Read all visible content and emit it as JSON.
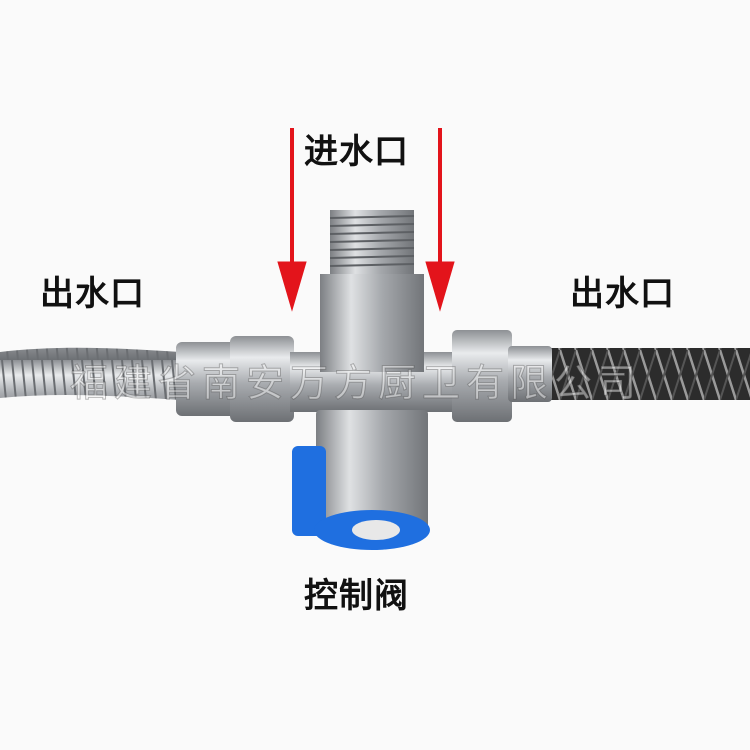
{
  "labels": {
    "inlet": "进水口",
    "outlet_left": "出水口",
    "outlet_right": "出水口",
    "control_valve": "控制阀"
  },
  "watermark": "福建省南安万方厨卫有限公司",
  "colors": {
    "arrow": "#e3141b",
    "handle": "#1f6fe0",
    "steel": "#b9bcc0",
    "braided_hose": "#2a2a2a"
  }
}
